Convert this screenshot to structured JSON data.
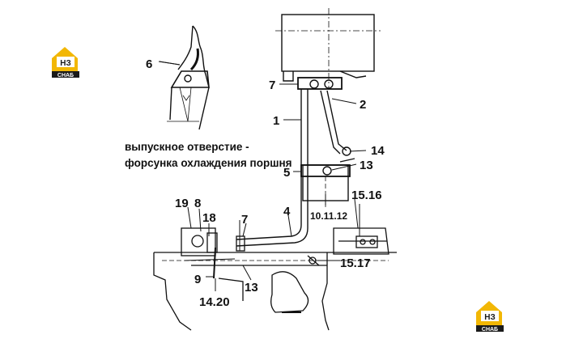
{
  "caption": {
    "line1": "выпускное отверстие -",
    "line2": "форсунка охлаждения поршня"
  },
  "logo": {
    "mark": "НЗ",
    "word": "СНАБ",
    "colors": {
      "yellow": "#f2b705",
      "dark": "#1a1a1a"
    }
  },
  "callouts": [
    {
      "id": "c6",
      "text": "6"
    },
    {
      "id": "c7a",
      "text": "7"
    },
    {
      "id": "c2",
      "text": "2"
    },
    {
      "id": "c1",
      "text": "1"
    },
    {
      "id": "c14",
      "text": "14"
    },
    {
      "id": "c5",
      "text": "5"
    },
    {
      "id": "c13a",
      "text": "13"
    },
    {
      "id": "c1516",
      "text": "15.16"
    },
    {
      "id": "c101112",
      "text": "10.11.12"
    },
    {
      "id": "c19",
      "text": "19"
    },
    {
      "id": "c8",
      "text": "8"
    },
    {
      "id": "c18",
      "text": "18"
    },
    {
      "id": "c7b",
      "text": "7"
    },
    {
      "id": "c4",
      "text": "4"
    },
    {
      "id": "c1517",
      "text": "15.17"
    },
    {
      "id": "c9",
      "text": "9"
    },
    {
      "id": "c13b",
      "text": "13"
    },
    {
      "id": "c1420",
      "text": "14.20"
    }
  ]
}
